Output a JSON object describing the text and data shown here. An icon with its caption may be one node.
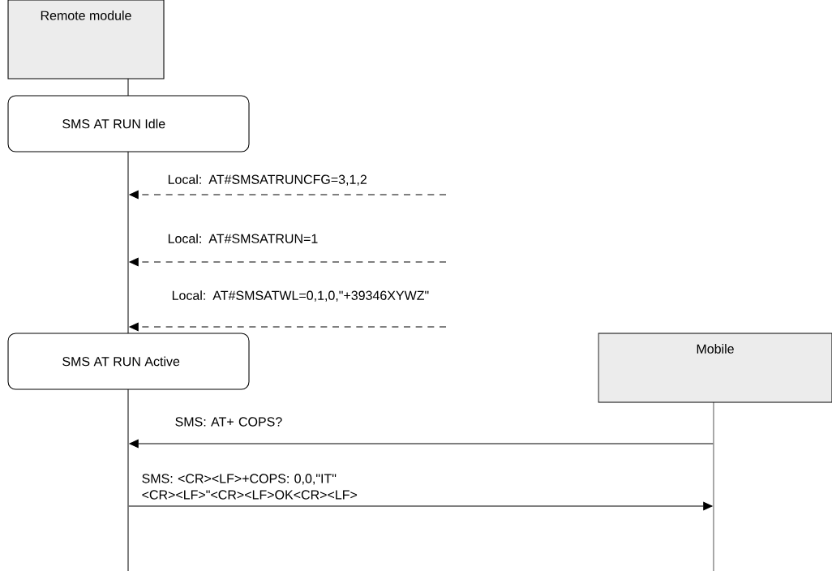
{
  "diagram": {
    "nodes": [
      {
        "text": [
          "Remote module"
        ]
      },
      {
        "text": [
          "SMS AT RUN Idle"
        ]
      },
      {
        "text": [
          "SMS AT RUN Active"
        ]
      },
      {
        "text": [
          "Mobile"
        ]
      },
      {
        "text": [],
        "shape": "line"
      },
      {
        "text": [],
        "shape": "line"
      }
    ],
    "edges": [
      {
        "from": null,
        "to": 4,
        "arrow": "to",
        "style": "dashed",
        "label": "Local: AT#SMSATRUNCFG=3,1,2"
      },
      {
        "from": null,
        "to": 4,
        "arrow": "to",
        "style": "dashed",
        "label": "Local: AT#SMSATRUN=1"
      },
      {
        "from": null,
        "to": 4,
        "arrow": "to",
        "style": "dashed",
        "label": "Local: AT#SMSATWL=0,1,0,\"+39346XYWZ\""
      },
      {
        "from": 5,
        "to": 4,
        "arrow": "to",
        "label": "SMS: AT+ COPS?"
      },
      {
        "from": 4,
        "to": 5,
        "arrow": "to",
        "label": "SMS: <CR><LF>+COPS: 0,0,\"IT\" <CR><LF>\"<CR><LF>OK<CR><LF>"
      }
    ]
  }
}
